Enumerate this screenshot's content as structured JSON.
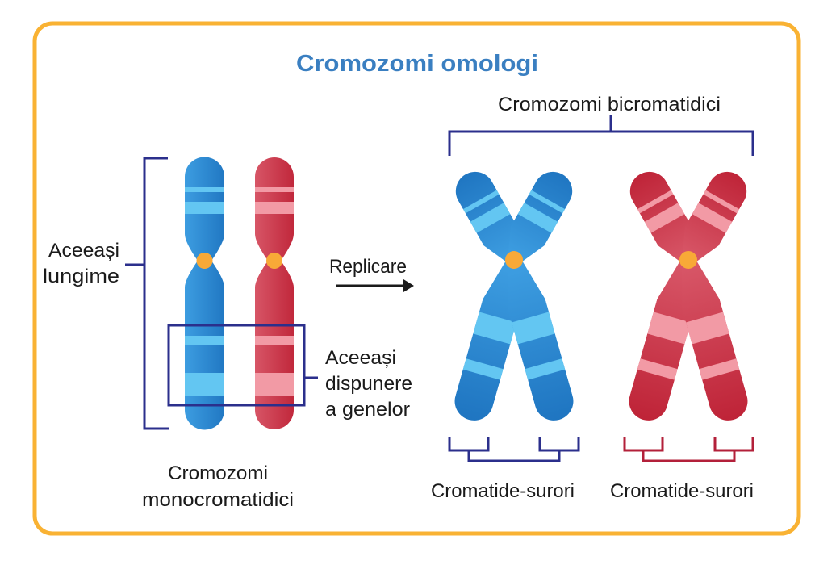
{
  "diagram": {
    "title": "Cromozomi omologi",
    "colors": {
      "frame": "#F9B233",
      "title": "#3A7FC1",
      "bracket_blue": "#2B2F8C",
      "bracket_red": "#B3203A",
      "blue_chromosome": "#2E8BD6",
      "blue_band": "#63C6F2",
      "red_chromosome": "#CC3347",
      "red_band": "#F29AA5",
      "centromere": "#F8A937",
      "text": "#1A1A1A"
    },
    "left_section": {
      "same_length_label": [
        "Aceeași",
        "lungime"
      ],
      "same_genes_label": [
        "Aceeași",
        "dispunere",
        "a genelor"
      ],
      "chromosomes_label": [
        "Cromozomi",
        "monocromatidici"
      ]
    },
    "arrow": {
      "label": "Replicare"
    },
    "right_section": {
      "chromosomes_label": "Cromozomi bicromatidici",
      "sister_chromatids_blue_label": "Cromatide-surori",
      "sister_chromatids_red_label": "Cromatide-surori"
    }
  }
}
